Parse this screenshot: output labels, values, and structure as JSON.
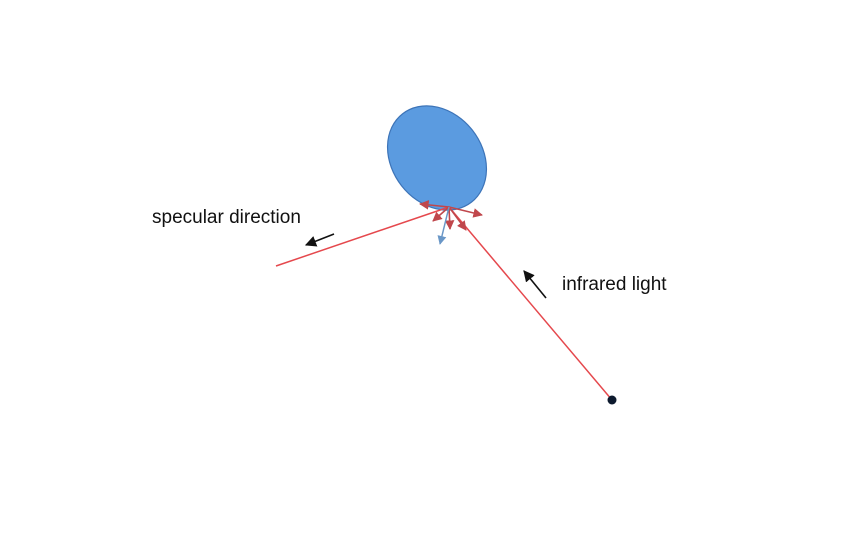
{
  "labels": {
    "specular": "specular direction",
    "infrared": "infrared light"
  },
  "colors": {
    "particle_fill": "#5b9be0",
    "particle_stroke": "#3d74b8",
    "ray": "#e5484d",
    "scatter_arrow": "#c0474c",
    "transmitted_arrow": "#6a97c7",
    "indicator_arrow": "#111111",
    "source_point": "#0d1a2e"
  },
  "icons": {
    "particle": "ellipse-particle",
    "source": "point-source",
    "direction_indicator": "arrow-icon"
  }
}
